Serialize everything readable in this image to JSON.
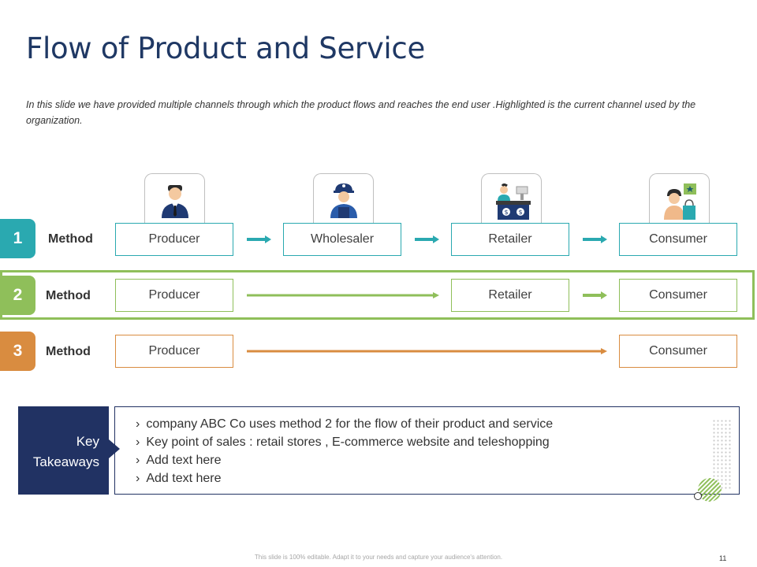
{
  "title": "Flow of Product and Service",
  "subtitle": "In this slide we have provided multiple channels through which the product flows and reaches the end user .Highlighted is the current channel used by the organization.",
  "colors": {
    "teal": "#2aa9b0",
    "green": "#8fbf5a",
    "orange": "#d98c40",
    "navy": "#213263",
    "title": "#1f3864"
  },
  "icons": [
    "businessman-icon",
    "worker-icon",
    "cashier-icon",
    "shopper-icon"
  ],
  "methods": [
    {
      "number": "1",
      "label": "Method",
      "nodes": [
        "Producer",
        "Wholesaler",
        "Retailer",
        "Consumer"
      ]
    },
    {
      "number": "2",
      "label": "Method",
      "nodes": [
        "Producer",
        "Retailer",
        "Consumer"
      ],
      "highlighted": true
    },
    {
      "number": "3",
      "label": "Method",
      "nodes": [
        "Producer",
        "Consumer"
      ]
    }
  ],
  "key_takeaways": {
    "label": "Key Takeaways",
    "items": [
      "company ABC Co uses method 2 for the flow of their product and service",
      "Key point of sales : retail stores , E-commerce website and teleshopping",
      "Add text here",
      "Add text here"
    ]
  },
  "footer": "This slide is 100% editable. Adapt it to your needs and capture your audience's attention.",
  "page_number": "11"
}
